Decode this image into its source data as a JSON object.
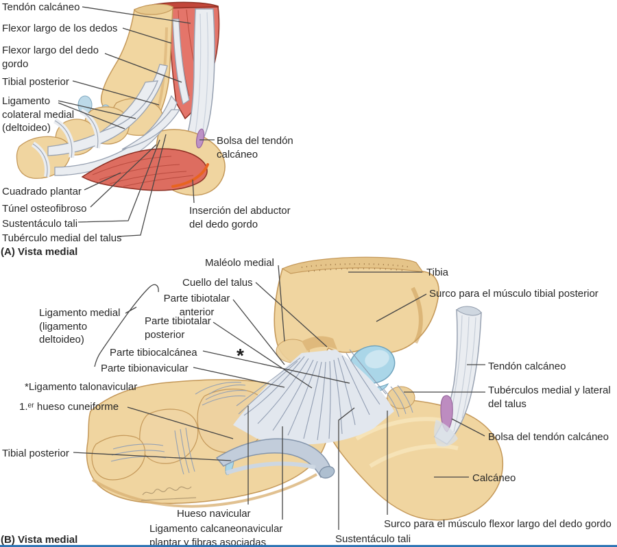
{
  "panel_a": {
    "caption": "(A) Vista medial",
    "labels": {
      "tendon_calcaneo": "Tendón calcáneo",
      "flexor_largo_dedos": "Flexor largo de los dedos",
      "flexor_largo_dedo_gordo": "Flexor largo del dedo gordo",
      "tibial_posterior": "Tibial posterior",
      "ligamento_colateral": "Ligamento\ncolateral medial\n(deltoideo)",
      "cuadrado_plantar": "Cuadrado plantar",
      "tunel_osteofibroso": "Túnel osteofibroso",
      "sustentaculo_tali": "Sustentáculo tali",
      "tuberculo_medial": "Tubérculo medial del talus",
      "bolsa_tendon": "Bolsa del tendón\ncalcáneo",
      "insercion_abductor": "Inserción del abductor\ndel dedo gordo"
    }
  },
  "panel_b": {
    "caption": "(B) Vista medial",
    "asterisk_marker": "*",
    "labels": {
      "maleolo_medial": "Maléolo medial",
      "cuello_talus": "Cuello del talus",
      "parte_tibiotalar_anterior": "Parte tibiotalar\nanterior",
      "parte_tibiotalar_posterior": "Parte tibiotalar\nposterior",
      "parte_tibiocalcanea": "Parte tibiocalcánea",
      "parte_tibionavicular": "Parte tibionavicular",
      "ligamento_medial": "Ligamento medial\n(ligamento\ndeltoideo)",
      "ligamento_talonavicular": "*Ligamento talonavicular",
      "primer_hueso_cuneiforme": "1.ᵉʳ hueso cuneiforme",
      "tibial_posterior": "Tibial posterior",
      "tibia": "Tibia",
      "surco_tibial_posterior": "Surco para el músculo tibial posterior",
      "tendon_calcaneo": "Tendón calcáneo",
      "tuberculos_talus": "Tubérculos medial y lateral\ndel talus",
      "bolsa_tendon": "Bolsa del tendón calcáneo",
      "calcaneo": "Calcáneo",
      "surco_flexor": "Surco para el músculo flexor largo del dedo gordo",
      "sustentaculo_tali": "Sustentáculo tali",
      "hueso_navicular": "Hueso navicular",
      "ligamento_calcaneonavicular": "Ligamento calcaneonavicular\nplantar y fibras asociadas"
    }
  },
  "colors": {
    "bone": "#f0d5a0",
    "muscle": "#e0705f",
    "tendon": "#eaedf1",
    "cartilage": "#aad6e8",
    "bursa": "#bb8fc4",
    "label_text": "#262626",
    "leader_line": "#454545",
    "bottom_rule": "#2e75b5"
  }
}
